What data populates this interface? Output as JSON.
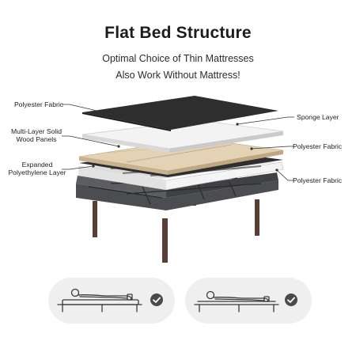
{
  "header": {
    "title": "Flat Bed Structure",
    "subtitle_line1": "Optimal Choice of Thin Mattresses",
    "subtitle_line2": "Also Work Without Mattress!"
  },
  "labels": {
    "left": [
      {
        "text": "Polyester Fabric"
      },
      {
        "line1": "Multi-Layer Solid",
        "line2": "Wood Panels"
      },
      {
        "line1": "Expanded",
        "line2": "Polyethylene Layer"
      }
    ],
    "right": [
      {
        "text": "Sponge Layer"
      },
      {
        "text": "Polyester Fabric"
      },
      {
        "text": "Polyester Fabric"
      }
    ]
  },
  "icons": [
    {
      "name": "bed-with-mattress-icon",
      "status": "check-icon"
    },
    {
      "name": "bed-without-mattress-icon",
      "status": "check-icon"
    }
  ],
  "colors": {
    "fabric_top": "#2e2e2e",
    "foam": "#f3f3f3",
    "wood": "#e4d2b4",
    "frame": "#4b4d51",
    "legs": "#5a3e33",
    "pill_bg": "#efefef",
    "check_bg": "#4a4a4a"
  }
}
